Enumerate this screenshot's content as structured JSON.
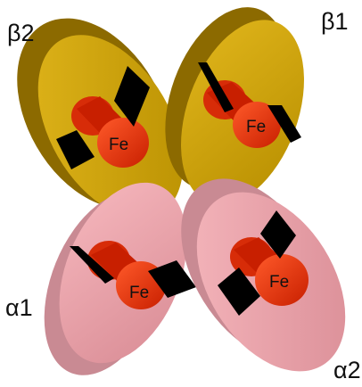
{
  "subunits": [
    {
      "id": "beta2",
      "label": "β2",
      "color": "#d4a800",
      "dark": "#8f6f00"
    },
    {
      "id": "beta1",
      "label": "β1",
      "color": "#d4a800",
      "dark": "#8f6f00"
    },
    {
      "id": "alpha1",
      "label": "α1",
      "color": "#f2a5ad",
      "dark": "#c47780"
    },
    {
      "id": "alpha2",
      "label": "α2",
      "color": "#f2a5ad",
      "dark": "#c47780"
    }
  ],
  "heme": {
    "label": "Fe",
    "color": "#e23a12",
    "dark": "#a61c00"
  }
}
